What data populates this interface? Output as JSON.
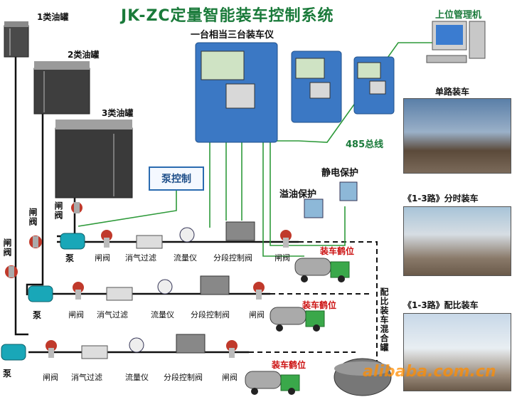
{
  "title": "JK-ZC定量智能装车控制系统",
  "subtitle": "一台相当三台装车仪",
  "tanks": [
    "1类油罐",
    "2类油罐",
    "3类油罐"
  ],
  "host_pc": "上位管理机",
  "bus": "485总线",
  "static_protect": "静电保护",
  "overflow_protect": "溢油保护",
  "pump_control": "泵控制",
  "side_valves": [
    "闸阀",
    "闸阀",
    "闸阀"
  ],
  "pump": "泵",
  "components": {
    "gate_valve": "闸阀",
    "filter": "消气过滤",
    "flowmeter": "流量仪",
    "seg_valve": "分段控制阀"
  },
  "loading_position": "装车鹤位",
  "mix_tank": "配比装车混合罐",
  "photos": [
    "单路装车",
    "《1-3路》分时装车",
    "《1-3路》配比装车"
  ],
  "watermark": "alibaba.com.cn",
  "colors": {
    "title": "#1a7a3a",
    "device": "#3b78c4",
    "pipe": "#111111",
    "signal": "#2e9a3a",
    "truck_cab": "#3aa84a"
  }
}
